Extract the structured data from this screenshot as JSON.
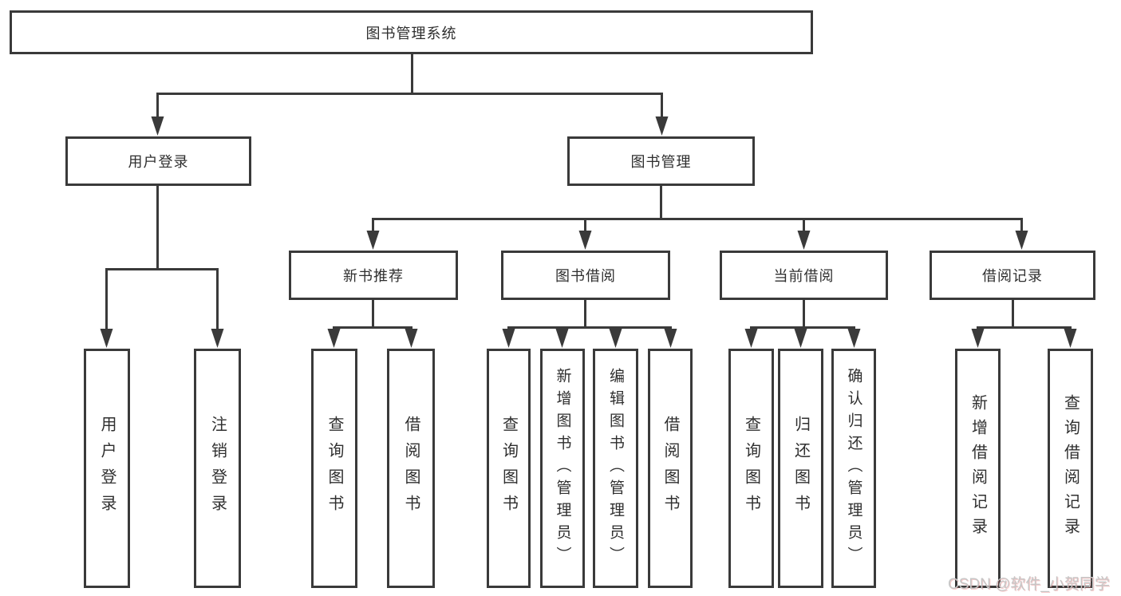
{
  "tree": {
    "root": {
      "label": "图书管理系统"
    },
    "branches": [
      {
        "label": "用户登录",
        "children": [
          {
            "label": "用户登录"
          },
          {
            "label": "注销登录"
          }
        ]
      },
      {
        "label": "图书管理",
        "children": [
          {
            "label": "新书推荐",
            "children": [
              {
                "label": "查询图书"
              },
              {
                "label": "借阅图书"
              }
            ]
          },
          {
            "label": "图书借阅",
            "children": [
              {
                "label": "查询图书"
              },
              {
                "label": "新增图书（管理员）"
              },
              {
                "label": "编辑图书（管理员）"
              },
              {
                "label": "借阅图书"
              }
            ]
          },
          {
            "label": "当前借阅",
            "children": [
              {
                "label": "查询图书"
              },
              {
                "label": "归还图书"
              },
              {
                "label": "确认归还（管理员）"
              }
            ]
          },
          {
            "label": "借阅记录",
            "children": [
              {
                "label": "新增借阅记录"
              },
              {
                "label": "查询借阅记录"
              }
            ]
          }
        ]
      }
    ]
  },
  "watermark": "CSDN @软件_小贺同学",
  "colors": {
    "line": "#3a3a3a",
    "box_border": "#3a3a3a",
    "text": "#2f2f2f",
    "background": "#ffffff",
    "watermark": "#c6c6c6"
  }
}
